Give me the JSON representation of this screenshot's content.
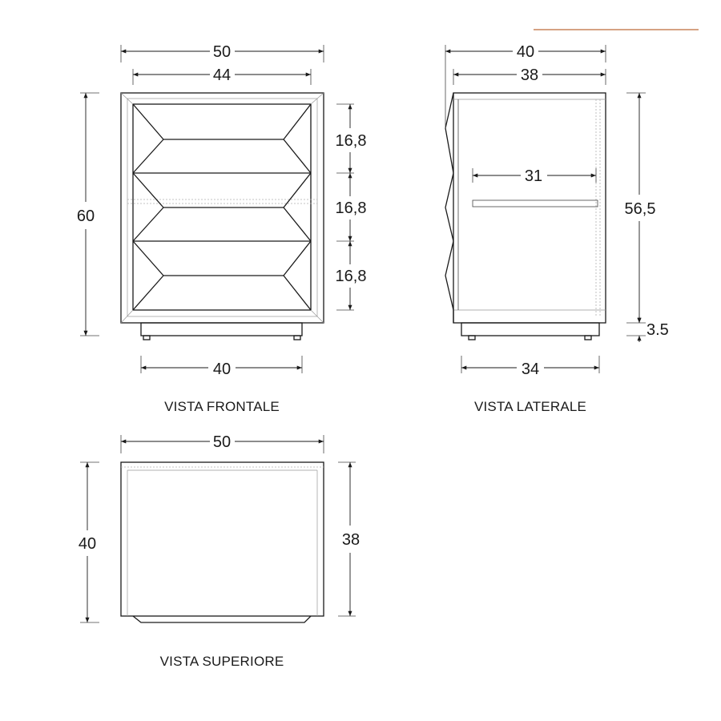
{
  "accent_color": "#c8845a",
  "captions": {
    "front": "VISTA FRONTALE",
    "side": "VISTA LATERALE",
    "top": "VISTA SUPERIORE"
  },
  "front": {
    "width_outer": "50",
    "width_inner": "44",
    "height_total": "60",
    "drawer_1": "16,8",
    "drawer_2": "16,8",
    "drawer_3": "16,8",
    "base_width": "40"
  },
  "side": {
    "depth_outer": "40",
    "depth_inner": "38",
    "shelf_depth": "31",
    "body_height": "56,5",
    "base_height": "3.5",
    "base_depth": "34"
  },
  "top": {
    "width": "50",
    "depth_outer": "40",
    "depth_inner": "38"
  }
}
